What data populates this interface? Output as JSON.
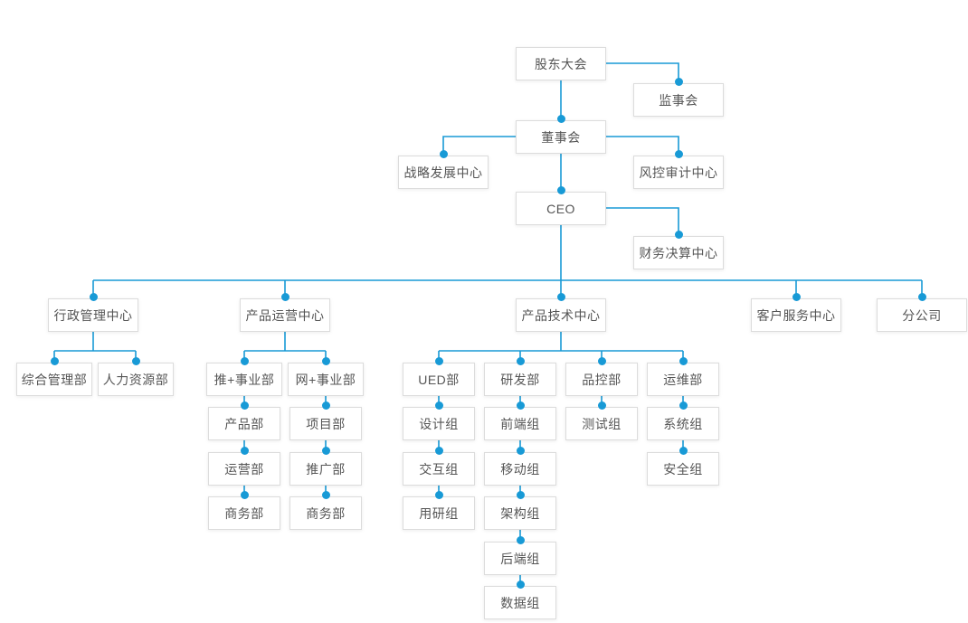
{
  "colors": {
    "connector": "#189AD6",
    "node_border": "#dcdcdc",
    "node_text": "#555555",
    "background": "#ffffff"
  },
  "nodes": {
    "shareholders": {
      "label": "股东大会"
    },
    "supervisory": {
      "label": "监事会"
    },
    "board": {
      "label": "董事会"
    },
    "strategy": {
      "label": "战略发展中心"
    },
    "risk_audit": {
      "label": "风控审计中心"
    },
    "ceo": {
      "label": "CEO"
    },
    "finance": {
      "label": "财务决算中心"
    },
    "admin_center": {
      "label": "行政管理中心"
    },
    "product_ops_center": {
      "label": "产品运营中心"
    },
    "product_tech_center": {
      "label": "产品技术中心"
    },
    "customer_service_center": {
      "label": "客户服务中心"
    },
    "branch_company": {
      "label": "分公司"
    },
    "general_mgmt": {
      "label": "综合管理部"
    },
    "hr": {
      "label": "人力资源部"
    },
    "tui_division": {
      "label": "推+事业部"
    },
    "wang_division": {
      "label": "网+事业部"
    },
    "ued": {
      "label": "UED部"
    },
    "rnd": {
      "label": "研发部"
    },
    "qc": {
      "label": "品控部"
    },
    "ops_maint": {
      "label": "运维部"
    },
    "product_dept": {
      "label": "产品部"
    },
    "project_dept": {
      "label": "项目部"
    },
    "design_group": {
      "label": "设计组"
    },
    "frontend_group": {
      "label": "前端组"
    },
    "testing_group": {
      "label": "测试组"
    },
    "system_group": {
      "label": "系统组"
    },
    "operations_dept": {
      "label": "运营部"
    },
    "promotion_dept": {
      "label": "推广部"
    },
    "interaction_group": {
      "label": "交互组"
    },
    "mobile_group": {
      "label": "移动组"
    },
    "security_group": {
      "label": "安全组"
    },
    "business_dept_tui": {
      "label": "商务部"
    },
    "business_dept_wang": {
      "label": "商务部"
    },
    "user_research_group": {
      "label": "用研组"
    },
    "architecture_group": {
      "label": "架构组"
    },
    "backend_group": {
      "label": "后端组"
    },
    "data_group": {
      "label": "数据组"
    }
  },
  "hierarchy": {
    "root": "shareholders",
    "edges": [
      [
        "shareholders",
        "supervisory"
      ],
      [
        "shareholders",
        "board"
      ],
      [
        "board",
        "strategy"
      ],
      [
        "board",
        "risk_audit"
      ],
      [
        "board",
        "ceo"
      ],
      [
        "ceo",
        "finance"
      ],
      [
        "ceo",
        "admin_center"
      ],
      [
        "ceo",
        "product_ops_center"
      ],
      [
        "ceo",
        "product_tech_center"
      ],
      [
        "ceo",
        "customer_service_center"
      ],
      [
        "ceo",
        "branch_company"
      ],
      [
        "admin_center",
        "general_mgmt"
      ],
      [
        "admin_center",
        "hr"
      ],
      [
        "product_ops_center",
        "tui_division"
      ],
      [
        "product_ops_center",
        "wang_division"
      ],
      [
        "tui_division",
        "product_dept"
      ],
      [
        "product_dept",
        "operations_dept"
      ],
      [
        "operations_dept",
        "business_dept_tui"
      ],
      [
        "wang_division",
        "project_dept"
      ],
      [
        "project_dept",
        "promotion_dept"
      ],
      [
        "promotion_dept",
        "business_dept_wang"
      ],
      [
        "product_tech_center",
        "ued"
      ],
      [
        "product_tech_center",
        "rnd"
      ],
      [
        "product_tech_center",
        "qc"
      ],
      [
        "product_tech_center",
        "ops_maint"
      ],
      [
        "ued",
        "design_group"
      ],
      [
        "design_group",
        "interaction_group"
      ],
      [
        "interaction_group",
        "user_research_group"
      ],
      [
        "rnd",
        "frontend_group"
      ],
      [
        "frontend_group",
        "mobile_group"
      ],
      [
        "mobile_group",
        "architecture_group"
      ],
      [
        "architecture_group",
        "backend_group"
      ],
      [
        "backend_group",
        "data_group"
      ],
      [
        "qc",
        "testing_group"
      ],
      [
        "ops_maint",
        "system_group"
      ],
      [
        "system_group",
        "security_group"
      ]
    ]
  }
}
